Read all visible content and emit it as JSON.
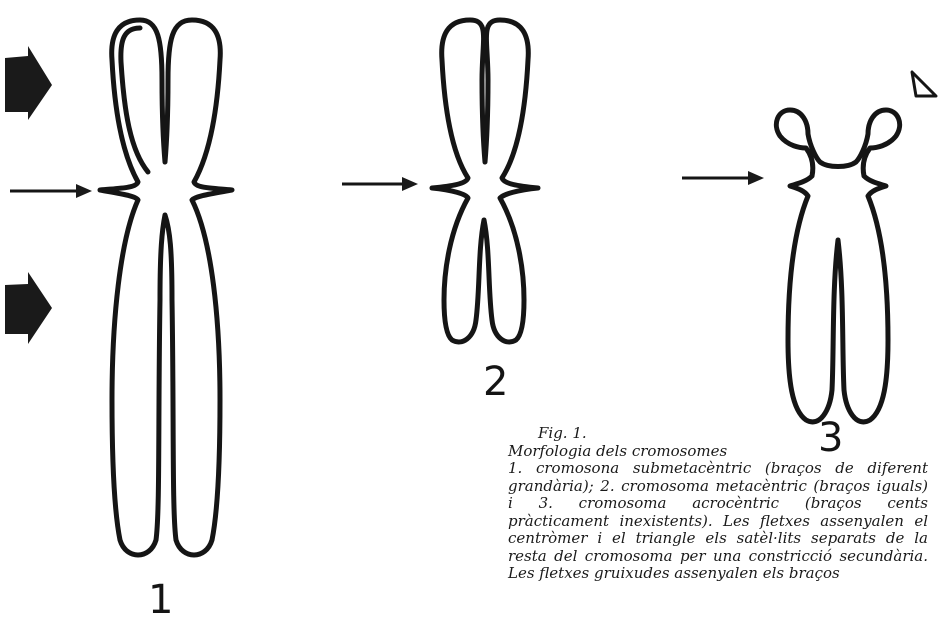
{
  "labels": {
    "chromosome_1": "1",
    "chromosome_2": "2",
    "chromosome_3": "3"
  },
  "caption": {
    "fig": "Fig. 1.",
    "title": "Morfologia dels cromosomes",
    "body": "1. cromosona submetacèntric (braços de diferent grandària); 2. cromosoma metacèntric (braços iguals) i 3. cromosoma acrocèntric (braços cents pràcticament inexistents). Les fletxes assenyalen el centròmer i el triangle els satèl·lits separats de la resta del cromosoma per una constricció secundària. Les fletxes gruixudes assenyalen els braços"
  },
  "colors": {
    "stroke": "#151515",
    "background": "#ffffff"
  }
}
